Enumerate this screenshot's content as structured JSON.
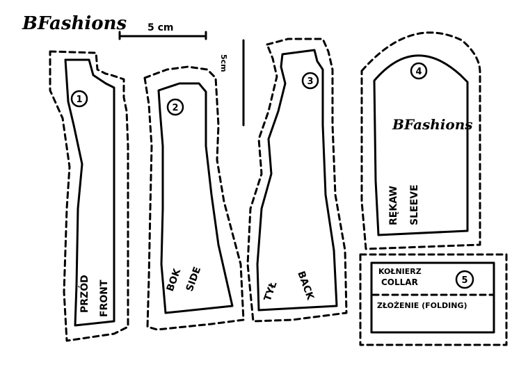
{
  "brand_top": "BFashions",
  "brand_sleeve": "BFashions",
  "scale_horizontal": "5 cm",
  "scale_vertical": "5cm",
  "pieces": [
    {
      "number": "1",
      "label_pl": "PRZÓD",
      "label_en": "FRONT"
    },
    {
      "number": "2",
      "label_pl": "BOK",
      "label_en": "SIDE"
    },
    {
      "number": "3",
      "label_pl": "TYŁ",
      "label_en": "BACK"
    },
    {
      "number": "4",
      "label_pl": "RĘKAW",
      "label_en": "SLEEVE"
    },
    {
      "number": "5",
      "label_pl": "KOŁNIERZ",
      "label_en": "COLLAR",
      "fold_note": "ZŁOŻENIE (FOLDING)"
    }
  ]
}
